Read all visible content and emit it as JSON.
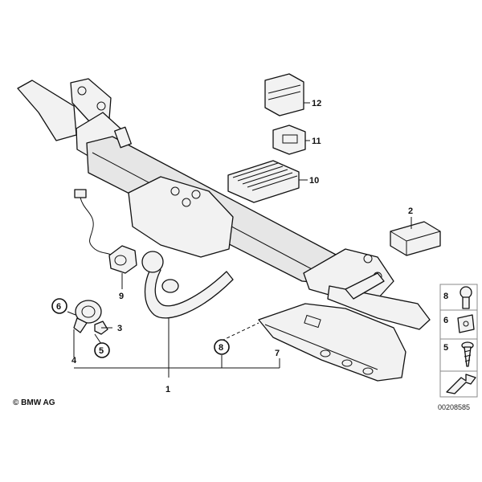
{
  "copyright": "© BMW AG",
  "doc_number": "00208585",
  "callouts": {
    "c1": "1",
    "c2": "2",
    "c3": "3",
    "c4": "4",
    "c5": "5",
    "c6": "6",
    "c7": "7",
    "c8": "8",
    "c9": "9",
    "c10": "10",
    "c11": "11",
    "c12": "12"
  },
  "sidepanel": {
    "p8": "8",
    "p6": "6",
    "p5": "5"
  }
}
